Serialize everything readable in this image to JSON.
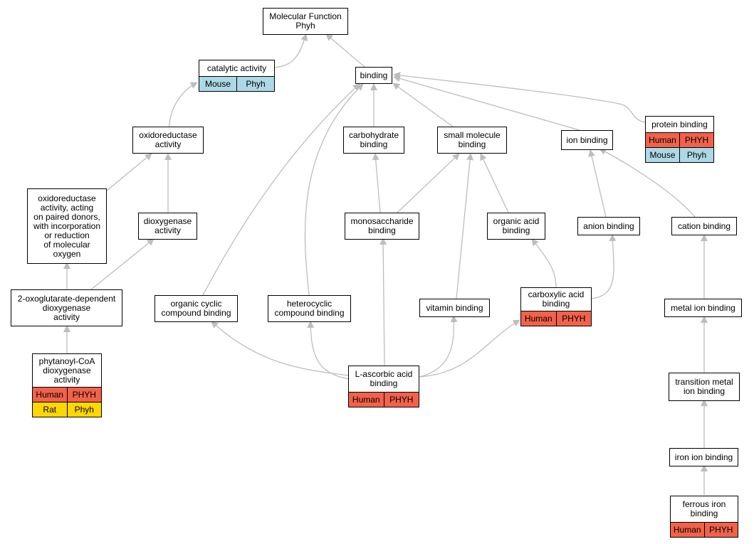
{
  "colors": {
    "human": "#f2614a",
    "mouse": "#add8e6",
    "rat": "#ffd700",
    "edge": "#bdbdbd"
  },
  "nodes": {
    "mf": {
      "label": "Molecular Function\nPhyh"
    },
    "cat": {
      "label": "catalytic activity",
      "rows": [
        {
          "species": "Mouse",
          "gene": "Phyh"
        }
      ]
    },
    "bind": {
      "label": "binding"
    },
    "oxred": {
      "label": "oxidoreductase\nactivity"
    },
    "carb": {
      "label": "carbohydrate\nbinding"
    },
    "small": {
      "label": "small molecule\nbinding"
    },
    "ion": {
      "label": "ion binding"
    },
    "prot": {
      "label": "protein binding",
      "rows": [
        {
          "species": "Human",
          "gene": "PHYH"
        },
        {
          "species": "Mouse",
          "gene": "Phyh"
        }
      ]
    },
    "oxpd": {
      "label": "oxidoreductase\nactivity, acting\non paired donors,\nwith incorporation\nor reduction\nof molecular\noxygen"
    },
    "dioxy": {
      "label": "dioxygenase\nactivity"
    },
    "mono": {
      "label": "monosaccharide\nbinding"
    },
    "orgac": {
      "label": "organic acid\nbinding"
    },
    "anion": {
      "label": "anion binding"
    },
    "cation": {
      "label": "cation binding"
    },
    "oxog": {
      "label": "2-oxoglutarate-dependent\ndioxygenase\nactivity"
    },
    "orgcyc": {
      "label": "organic cyclic\ncompound binding"
    },
    "hetcyc": {
      "label": "heterocyclic\ncompound binding"
    },
    "vit": {
      "label": "vitamin binding"
    },
    "carbox": {
      "label": "carboxylic acid\nbinding",
      "rows": [
        {
          "species": "Human",
          "gene": "PHYH"
        }
      ]
    },
    "metal": {
      "label": "metal ion binding"
    },
    "phyt": {
      "label": "phytanoyl-CoA\ndioxygenase\nactivity",
      "rows": [
        {
          "species": "Human",
          "gene": "PHYH"
        },
        {
          "species": "Rat",
          "gene": "Phyh"
        }
      ]
    },
    "lasc": {
      "label": "L-ascorbic acid\nbinding",
      "rows": [
        {
          "species": "Human",
          "gene": "PHYH"
        }
      ]
    },
    "trans": {
      "label": "transition metal\nion binding"
    },
    "iron": {
      "label": "iron ion binding"
    },
    "ferr": {
      "label": "ferrous iron\nbinding",
      "rows": [
        {
          "species": "Human",
          "gene": "PHYH"
        }
      ]
    }
  }
}
